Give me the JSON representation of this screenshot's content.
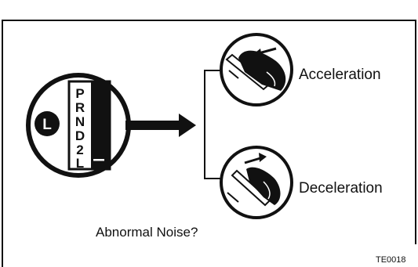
{
  "diagram": {
    "range_badge": "L",
    "shift_positions": [
      "P",
      "R",
      "N",
      "D",
      "2",
      "L"
    ],
    "labels": {
      "acceleration": "Acceleration",
      "deceleration": "Deceleration",
      "question": "Abnormal Noise?",
      "figure_code": "TE0018"
    }
  },
  "colors": {
    "ink": "#111111",
    "paper": "#ffffff"
  }
}
